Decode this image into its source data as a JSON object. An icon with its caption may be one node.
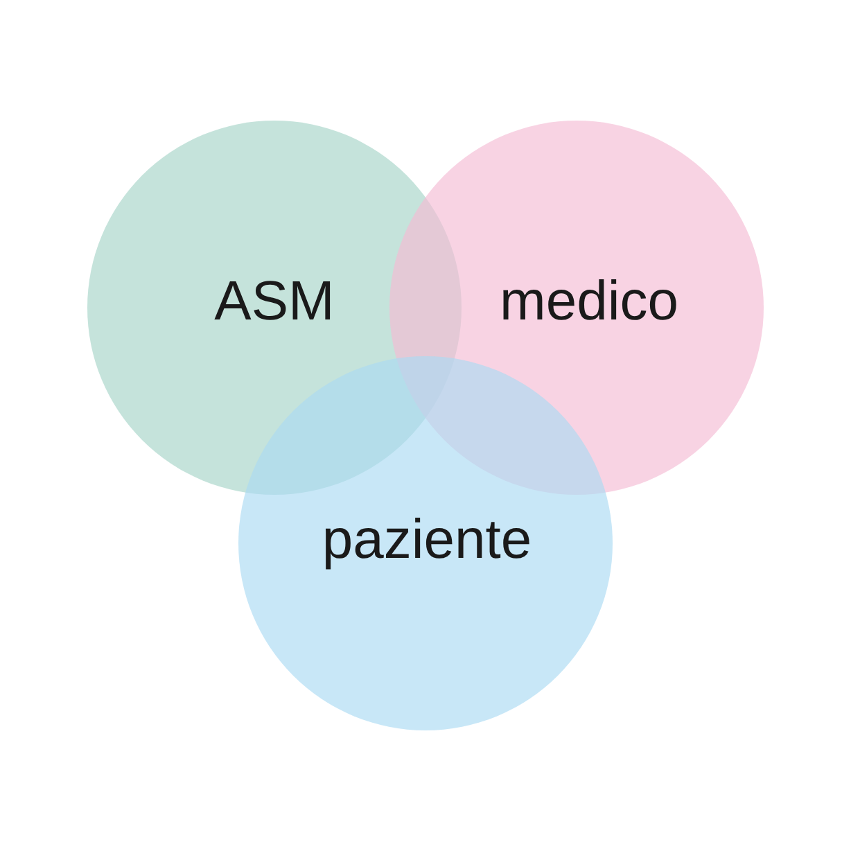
{
  "diagram": {
    "nodes": [
      {
        "text": [
          "ASM"
        ]
      },
      {
        "text": [
          "medico"
        ]
      },
      {
        "text": [
          "paziente"
        ]
      }
    ]
  }
}
